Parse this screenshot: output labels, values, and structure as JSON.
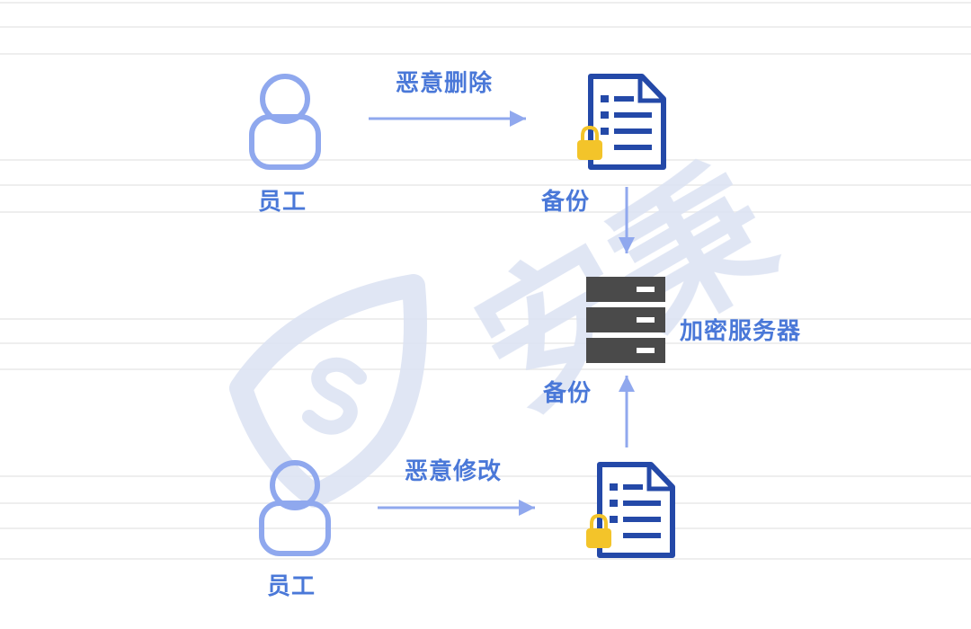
{
  "labels": {
    "malicious_delete": "恶意删除",
    "malicious_modify": "恶意修改",
    "employee_top": "员工",
    "employee_bottom": "员工",
    "backup_top": "备份",
    "backup_bottom": "备份",
    "server": "加密服务器"
  },
  "watermark": {
    "text": "安秉"
  },
  "colors": {
    "text_blue": "#4a78d8",
    "person_outline": "#8fa8ee",
    "arrow": "#90a8ee",
    "doc_dark_blue": "#2449a8",
    "lock_yellow": "#f3c42a",
    "server_gray": "#4a4a4a",
    "watermark": "#dbe2f2"
  },
  "icons": {
    "employee": "person-icon",
    "document": "locked-document-icon",
    "server": "server-rack-icon"
  }
}
